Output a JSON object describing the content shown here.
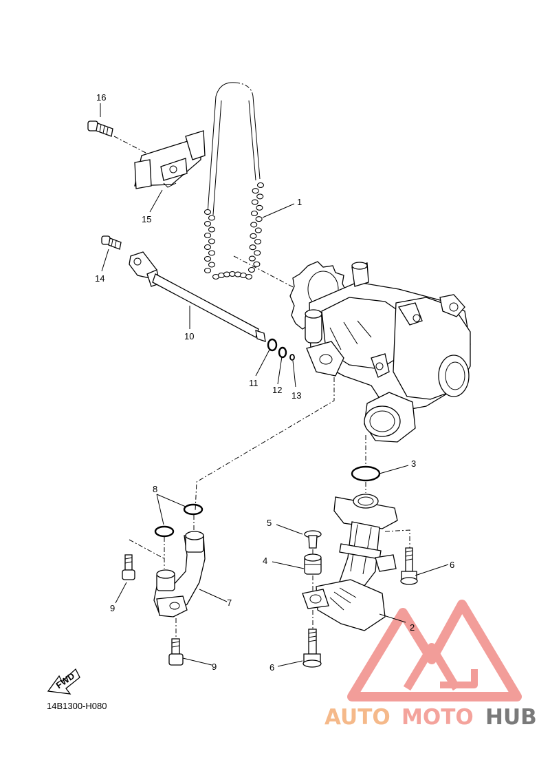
{
  "diagram_code": "14B1300-H080",
  "fwd_label": "FWD",
  "watermark": {
    "word1": "AUTO",
    "word2": "MOTO",
    "word3": "HUB",
    "color1": "#F5B98A",
    "color2": "#F4A39C",
    "color3": "#7A7A7A",
    "logo_color": "#F08C88"
  },
  "callouts": {
    "p1": "1",
    "p2": "2",
    "p3": "3",
    "p4": "4",
    "p5": "5",
    "p6a": "6",
    "p6b": "6",
    "p7": "7",
    "p8": "8",
    "p9a": "9",
    "p9b": "9",
    "p10": "10",
    "p11": "11",
    "p12": "12",
    "p13": "13",
    "p14": "14",
    "p15": "15",
    "p16": "16"
  }
}
